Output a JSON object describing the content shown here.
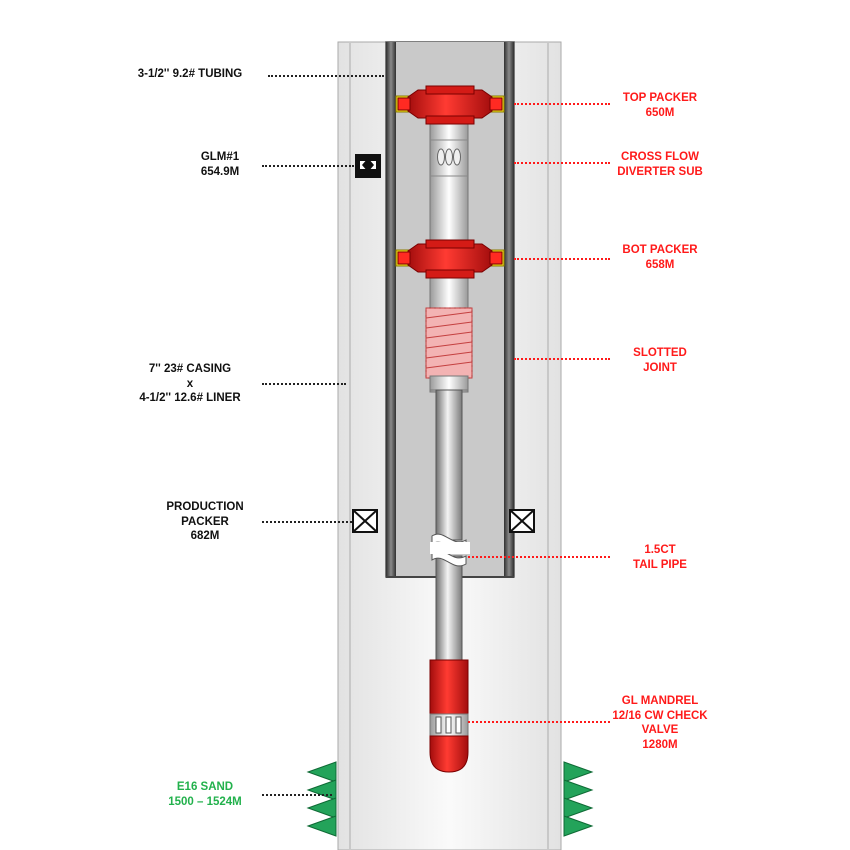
{
  "colors": {
    "label_black": "#111111",
    "label_red": "#ff1a1a",
    "label_green": "#22b14c",
    "packer_red": "#e8201e",
    "packer_yellow": "#f4e11a",
    "perforation_green": "#23a35a"
  },
  "labels": {
    "tubing": {
      "lines": [
        "3-1/2'' 9.2# TUBING"
      ]
    },
    "glm1": {
      "lines": [
        "GLM#1",
        "654.9M"
      ]
    },
    "casing": {
      "lines": [
        "7'' 23# CASING",
        "x",
        "4-1/2'' 12.6# LINER"
      ]
    },
    "production_packer": {
      "lines": [
        "PRODUCTION",
        "PACKER",
        "682M"
      ]
    },
    "sand": {
      "lines": [
        "E16 SAND",
        "1500 – 1524M"
      ]
    },
    "top_packer": {
      "lines": [
        "TOP PACKER",
        "650M"
      ]
    },
    "cross_flow": {
      "lines": [
        "CROSS FLOW",
        "DIVERTER SUB"
      ]
    },
    "bot_packer": {
      "lines": [
        "BOT PACKER",
        "658M"
      ]
    },
    "slotted_joint": {
      "lines": [
        "SLOTTED",
        "JOINT"
      ]
    },
    "tail_pipe": {
      "lines": [
        "1.5CT",
        "TAIL PIPE"
      ]
    },
    "gl_mandrel": {
      "lines": [
        "GL MANDREL",
        "12/16 CW CHECK",
        "VALVE",
        "1280M"
      ]
    }
  }
}
